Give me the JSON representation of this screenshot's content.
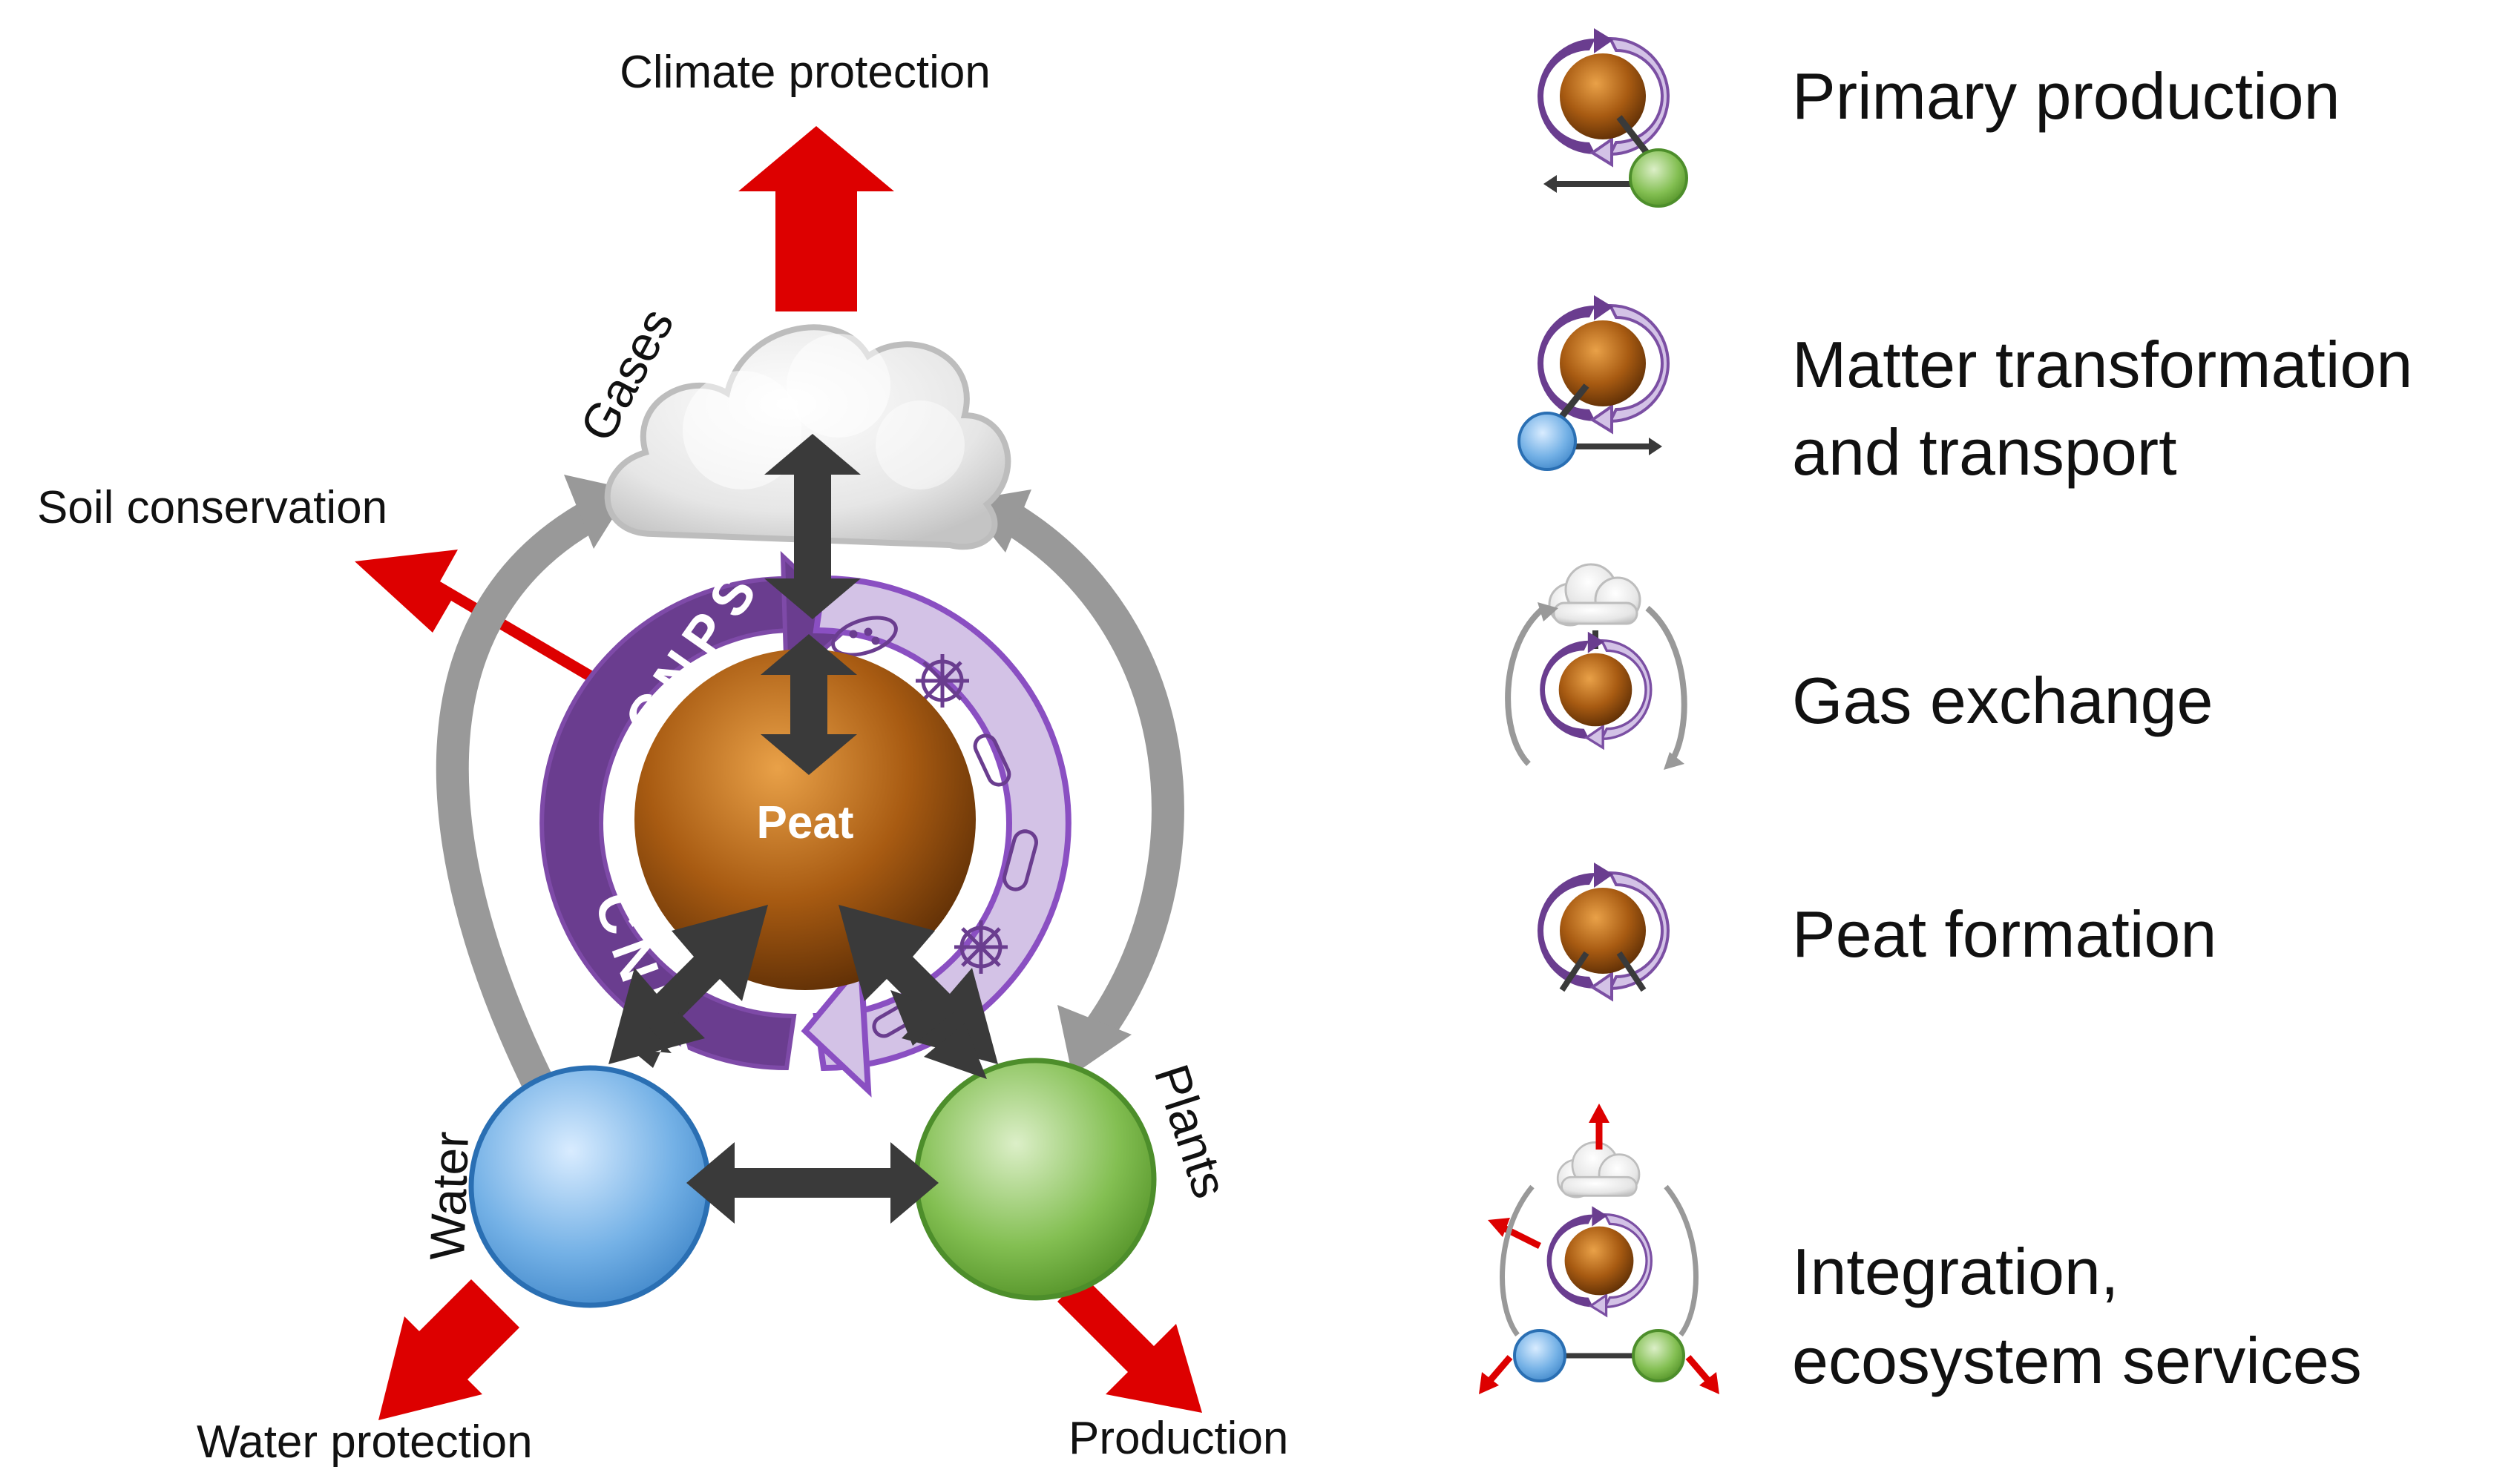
{
  "diagram": {
    "services": {
      "climate": "Climate protection",
      "soil": "Soil conservation",
      "water": "Water protection",
      "production": "Production"
    },
    "nodes": {
      "gases": "Gases",
      "peat": "Peat",
      "water": "Water",
      "plants": "Plants"
    },
    "cycle": {
      "top": "CNPS",
      "bottom": "CNPS"
    }
  },
  "legend": {
    "items": [
      {
        "lines": [
          "Primary production"
        ]
      },
      {
        "lines": [
          "Matter transformation",
          "and transport"
        ]
      },
      {
        "lines": [
          "Gas exchange"
        ]
      },
      {
        "lines": [
          "Peat formation"
        ]
      },
      {
        "lines": [
          "Integration,",
          "ecosystem services"
        ]
      }
    ]
  },
  "colors": {
    "service_arrow": "#dd0000",
    "exchange_arrow": "#3a3a3a",
    "loop_arrow": "#999999",
    "cycle_dark": "#6a3d8f",
    "cycle_light": "#d3c2e6",
    "peat_brown": "#b0650f",
    "water_blue": "#6aa8e0",
    "plants_green": "#7ab648"
  }
}
